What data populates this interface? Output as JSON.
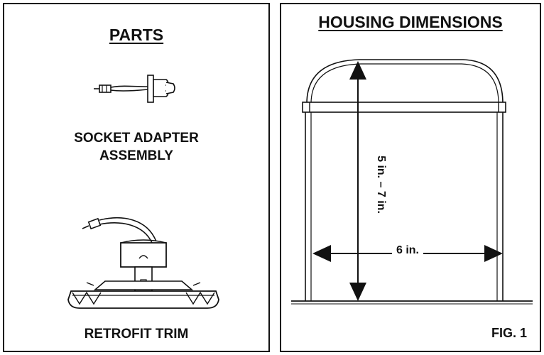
{
  "parts": {
    "title": "PARTS",
    "socket_adapter_label": "SOCKET ADAPTER\nASSEMBLY",
    "retrofit_trim_label": "RETROFIT TRIM"
  },
  "housing": {
    "title": "HOUSING DIMENSIONS",
    "height_label": "5 in. – 7 in.",
    "width_label": "6 in.",
    "figure_label": "FIG. 1"
  },
  "colors": {
    "ink": "#111111",
    "background": "#ffffff"
  }
}
